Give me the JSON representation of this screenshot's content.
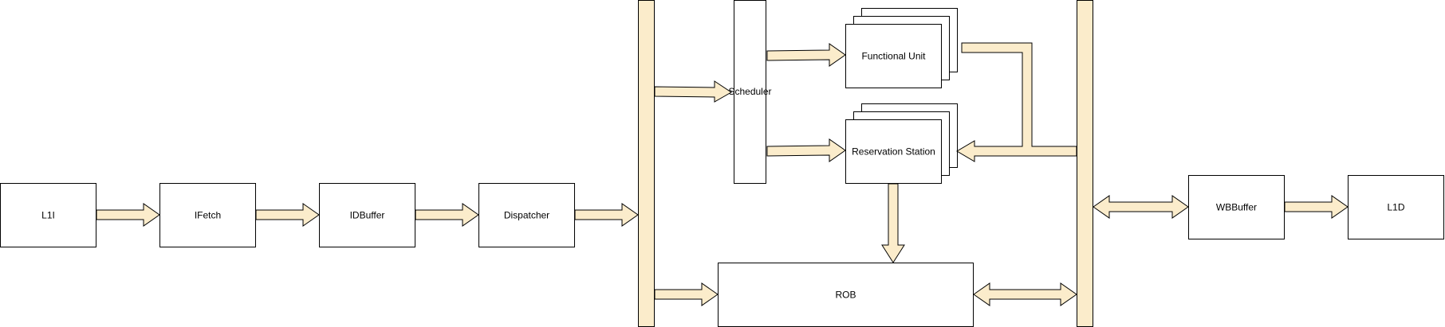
{
  "blocks": {
    "l1i": "L1I",
    "ifetch": "IFetch",
    "idbuffer": "IDBuffer",
    "dispatcher": "Dispatcher",
    "scheduler": "Scheduler",
    "functional_unit": "Functional Unit",
    "reservation_station": "Reservation Station",
    "rob": "ROB",
    "wbbuffer": "WBBuffer",
    "l1d": "L1D"
  },
  "colors": {
    "bus_fill": "#fbeccb",
    "arrow_fill": "#fbeccb",
    "stroke": "#000000",
    "box_fill": "#ffffff"
  }
}
